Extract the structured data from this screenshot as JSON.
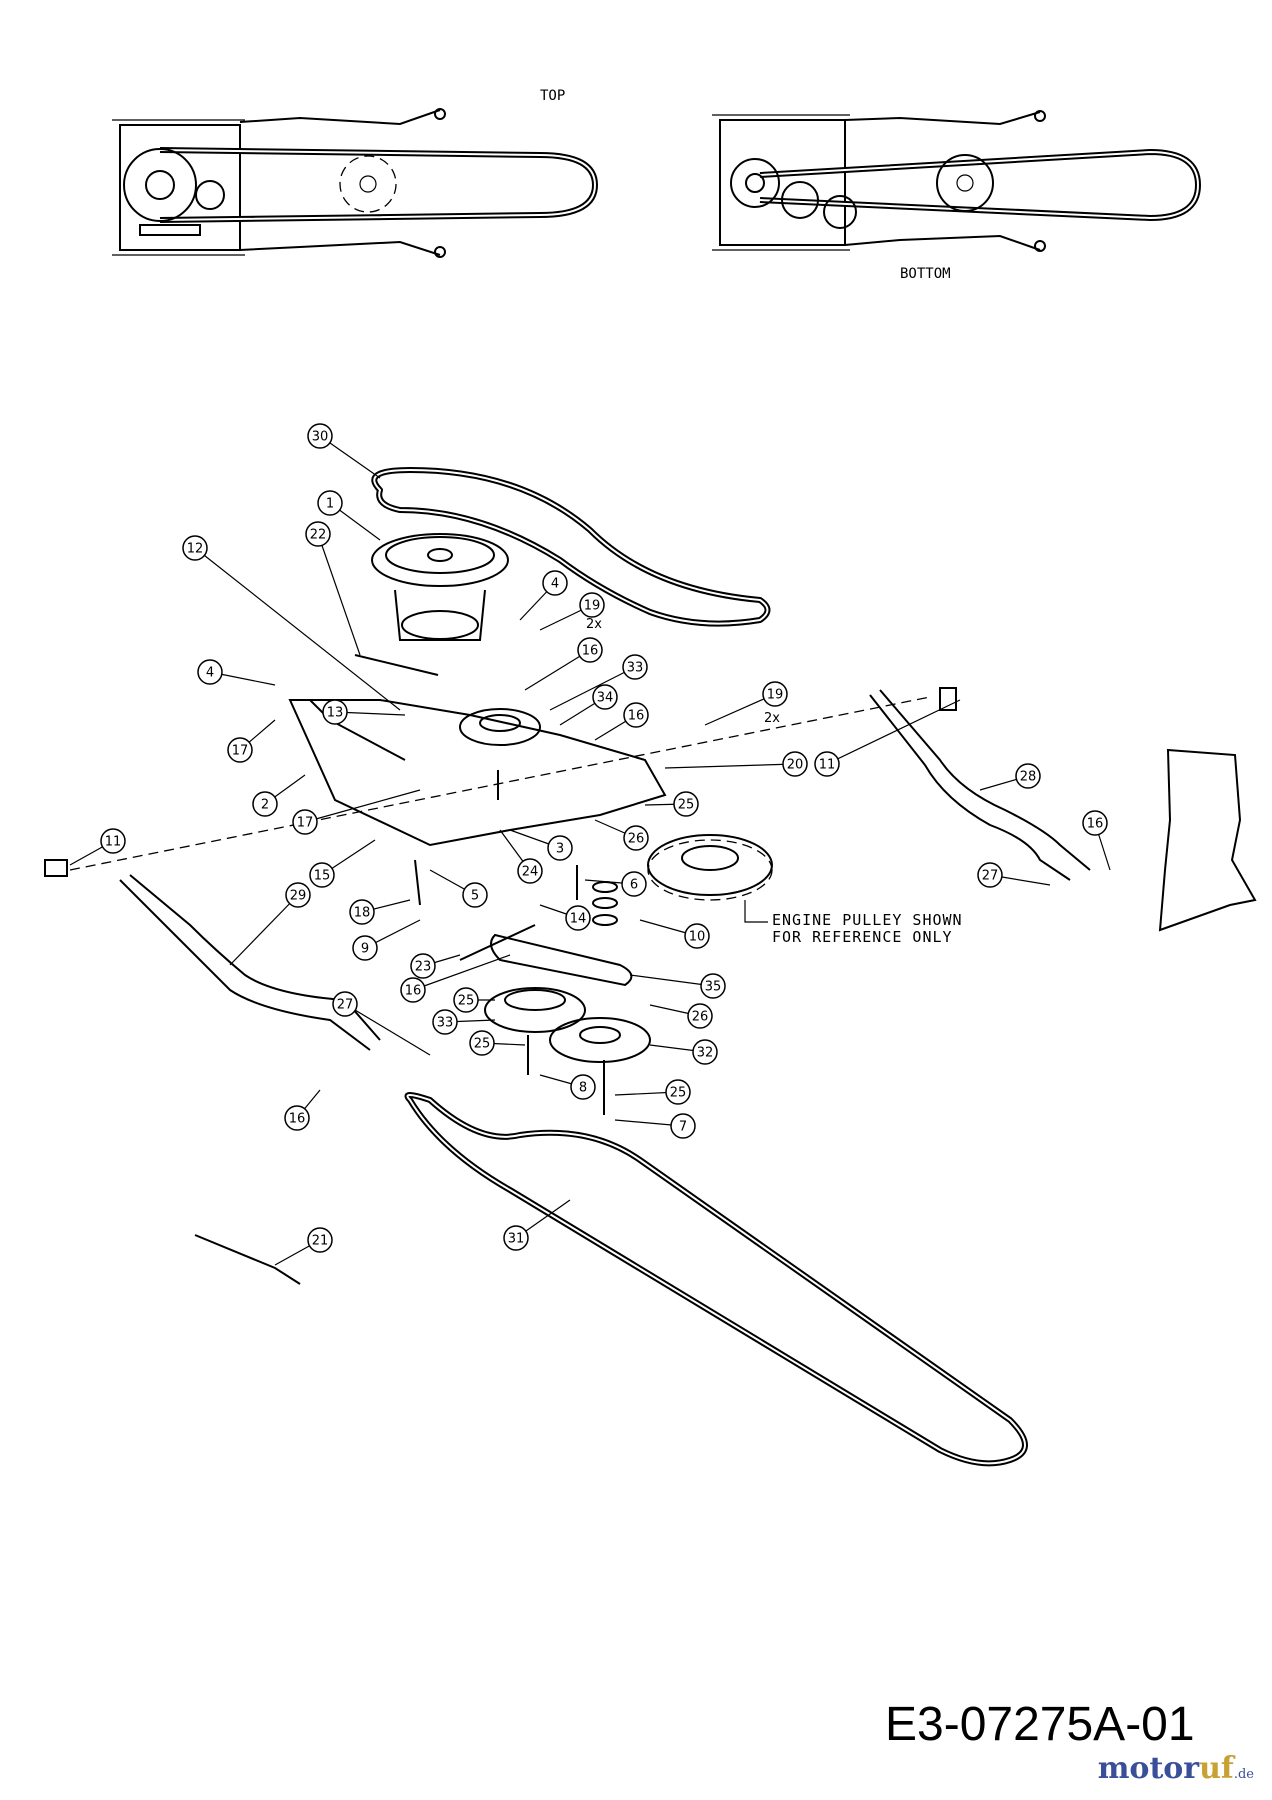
{
  "views": {
    "top_label": "TOP",
    "bottom_label": "BOTTOM"
  },
  "note": {
    "line1": "ENGINE PULLEY SHOWN",
    "line2": "FOR REFERENCE ONLY"
  },
  "callouts": [
    {
      "id": "30",
      "text": "30"
    },
    {
      "id": "1",
      "text": "1"
    },
    {
      "id": "22",
      "text": "22"
    },
    {
      "id": "12",
      "text": "12"
    },
    {
      "id": "4a",
      "text": "4"
    },
    {
      "id": "4b",
      "text": "4"
    },
    {
      "id": "19a",
      "text": "19"
    },
    {
      "id": "16a",
      "text": "16"
    },
    {
      "id": "33a",
      "text": "33"
    },
    {
      "id": "34",
      "text": "34"
    },
    {
      "id": "16b",
      "text": "16"
    },
    {
      "id": "13",
      "text": "13"
    },
    {
      "id": "17a",
      "text": "17"
    },
    {
      "id": "19b",
      "text": "19"
    },
    {
      "id": "20",
      "text": "20"
    },
    {
      "id": "11a",
      "text": "11"
    },
    {
      "id": "28",
      "text": "28"
    },
    {
      "id": "2",
      "text": "2"
    },
    {
      "id": "25a",
      "text": "25"
    },
    {
      "id": "17b",
      "text": "17"
    },
    {
      "id": "3",
      "text": "3"
    },
    {
      "id": "26a",
      "text": "26"
    },
    {
      "id": "16c",
      "text": "16"
    },
    {
      "id": "11b",
      "text": "11"
    },
    {
      "id": "24",
      "text": "24"
    },
    {
      "id": "15",
      "text": "15"
    },
    {
      "id": "6",
      "text": "6"
    },
    {
      "id": "27a",
      "text": "27"
    },
    {
      "id": "5",
      "text": "5"
    },
    {
      "id": "18",
      "text": "18"
    },
    {
      "id": "14",
      "text": "14"
    },
    {
      "id": "10",
      "text": "10"
    },
    {
      "id": "29",
      "text": "29"
    },
    {
      "id": "9",
      "text": "9"
    },
    {
      "id": "23",
      "text": "23"
    },
    {
      "id": "16d",
      "text": "16"
    },
    {
      "id": "35",
      "text": "35"
    },
    {
      "id": "25b",
      "text": "25"
    },
    {
      "id": "27b",
      "text": "27"
    },
    {
      "id": "33b",
      "text": "33"
    },
    {
      "id": "26b",
      "text": "26"
    },
    {
      "id": "25c",
      "text": "25"
    },
    {
      "id": "32",
      "text": "32"
    },
    {
      "id": "8",
      "text": "8"
    },
    {
      "id": "25d",
      "text": "25"
    },
    {
      "id": "16e",
      "text": "16"
    },
    {
      "id": "7",
      "text": "7"
    },
    {
      "id": "31",
      "text": "31"
    },
    {
      "id": "21",
      "text": "21"
    }
  ],
  "qty_notes": {
    "a": "2x",
    "b": "2x"
  },
  "diagram_code": "E3-07275A-01",
  "watermark": {
    "brand": "motor",
    "brand2": "uf",
    "tld": ".de"
  }
}
